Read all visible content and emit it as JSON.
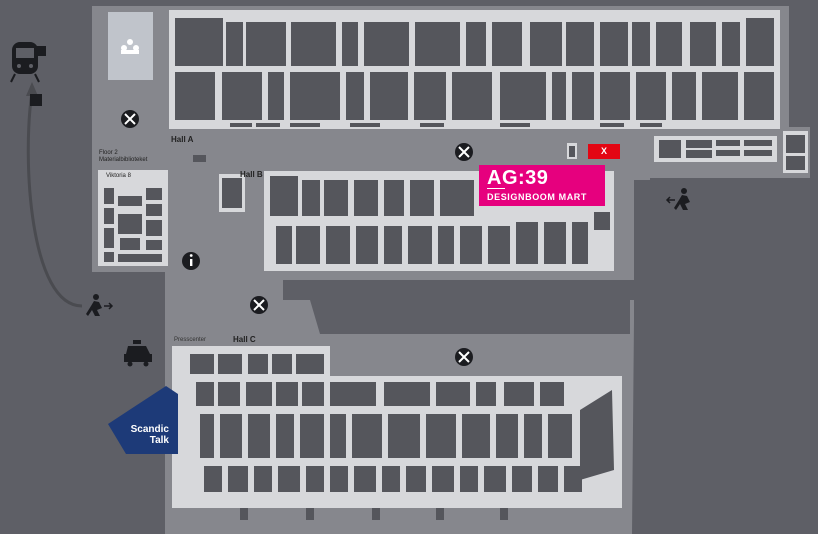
{
  "halls": {
    "hall_a": "Hall A",
    "hall_b": "Hall B",
    "hall_c": "Hall C"
  },
  "labels": {
    "floor2_line1": "Floor 2",
    "floor2_line2": "Materialbiblioteket",
    "viktoria": "Viktoria 8",
    "presscenter": "Presscenter"
  },
  "highlight_booth": {
    "code": "AG:39",
    "name": "DESIGNBOOM MART",
    "color": "#e6007e"
  },
  "marker": {
    "label": "X",
    "color": "#e30613"
  },
  "scandic_talk": {
    "line1": "Scandic",
    "line2": "Talk",
    "color": "#1d3a78"
  },
  "icons": [
    "train-icon",
    "info-icon",
    "restaurant-icon",
    "exit-icon",
    "taxi-icon",
    "meeting-icon"
  ],
  "colors": {
    "background": "#5e5f66",
    "hall_floor": "#d7d8db",
    "corridor": "#86878d",
    "stand": "#55565c"
  }
}
